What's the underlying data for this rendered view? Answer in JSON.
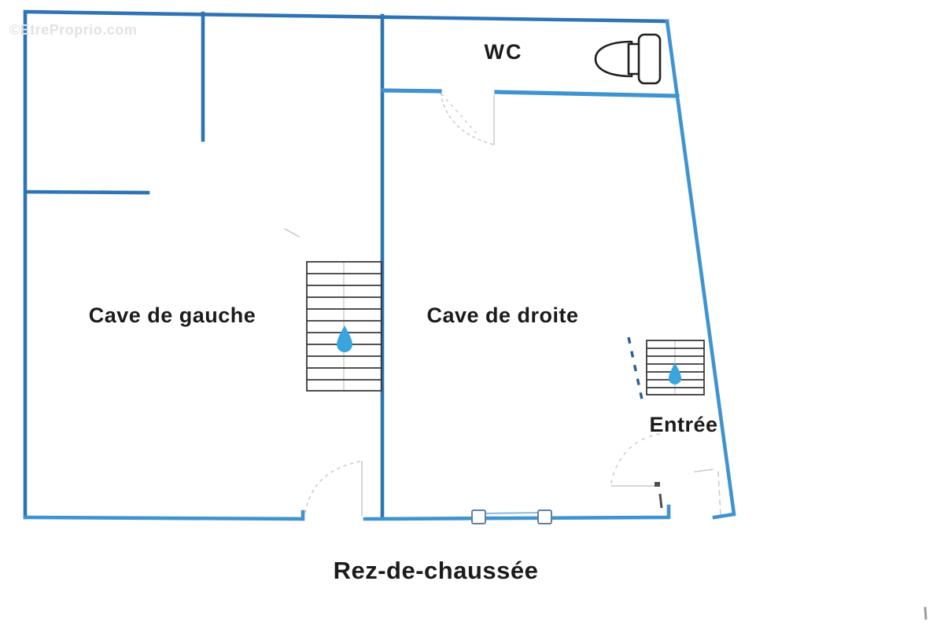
{
  "watermark": {
    "text": "©EtreProprio.com"
  },
  "plan": {
    "title": "Rez-de-chaussée",
    "labels": {
      "wc": "WC",
      "left_cellar": "Cave de gauche",
      "right_cellar": "Cave de droite",
      "entrance": "Entrée"
    }
  },
  "icons": {
    "toilet": "toilet-icon",
    "stairs_up_arrow": "up-arrow-icon"
  },
  "colors": {
    "wall": "#2e74b5",
    "wall_light": "#3f93d0",
    "window_line": "#8db9dd",
    "window_box": "#64809c",
    "stair": "#3a3a3a",
    "stair_guide": "#c4c4c4",
    "arrow": "#3aa4dd",
    "label": "#1b1b1b",
    "pencil": "#cccccc",
    "pencil_dark": "#4d4d4d",
    "dash": "#2b5d8f",
    "watermark": "#e2e2e2",
    "toilet": "#1f1f1f",
    "artifact": "#9a9a9a"
  }
}
